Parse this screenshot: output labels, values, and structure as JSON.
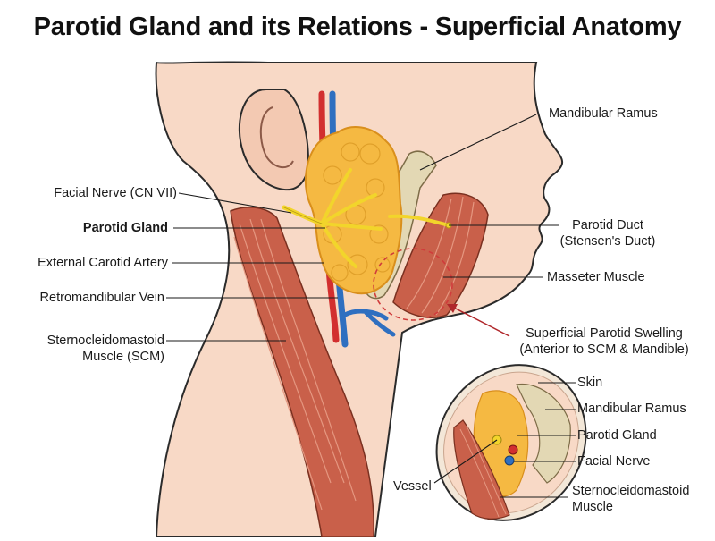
{
  "title": "Parotid Gland and its Relations - Superficial Anatomy",
  "labels": {
    "mandibular_ramus": "Mandibular Ramus",
    "facial_nerve": "Facial Nerve (CN VII)",
    "parotid_gland": "Parotid Gland",
    "parotid_duct_line1": "Parotid Duct",
    "parotid_duct_line2": "(Stensen's Duct)",
    "external_carotid": "External Carotid Artery",
    "masseter": "Masseter Muscle",
    "retromandibular_vein": "Retromandibular Vein",
    "swelling_line1": "Superficial Parotid Swelling",
    "swelling_line2": "(Anterior to SCM & Mandible)",
    "scm_line1": "Sternocleidomastoid",
    "scm_line2": "Muscle (SCM)"
  },
  "inset_labels": {
    "skin": "Skin",
    "mandibular_ramus": "Mandibular Ramus",
    "parotid_gland": "Parotid Gland",
    "facial_nerve": "Facial Nerve",
    "vessel": "Vessel",
    "scm_line1": "Sternocleidomastoid",
    "scm_line2": "Muscle"
  },
  "colors": {
    "skin": "#f8d9c6",
    "skin_outline": "#2b2b2b",
    "gland": "#f5b942",
    "gland_dark": "#d98f1c",
    "bone": "#e3d8b4",
    "muscle": "#c9604a",
    "muscle_light": "#e08a70",
    "artery": "#d22f2f",
    "vein": "#2f6fc0",
    "nerve": "#f2d52b",
    "swelling": "#d03b3b"
  }
}
